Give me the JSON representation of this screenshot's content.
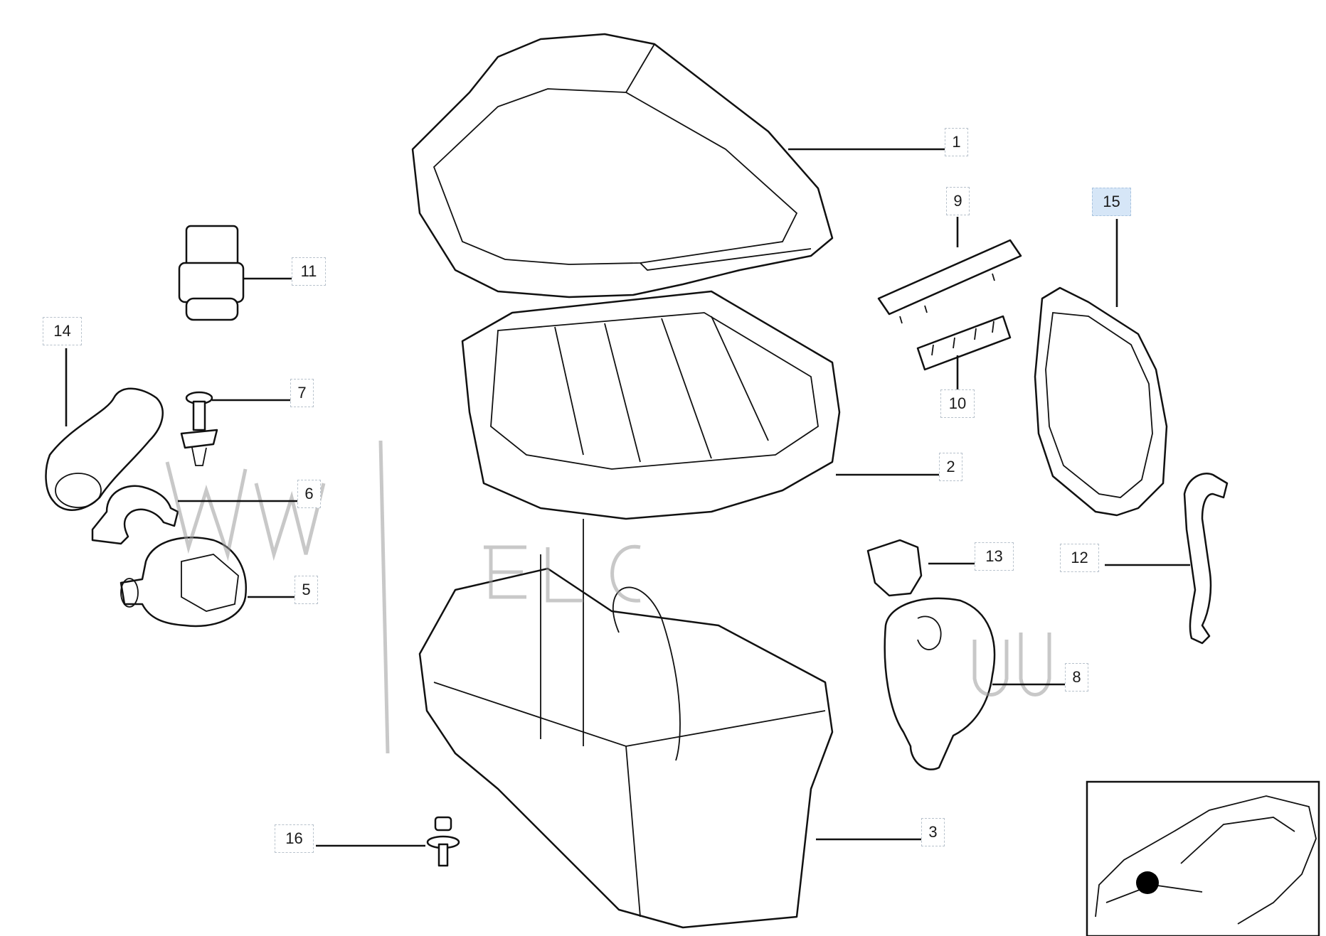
{
  "diagram": {
    "callouts": [
      {
        "label": "1"
      },
      {
        "label": "2"
      },
      {
        "label": "3"
      },
      {
        "label": "5"
      },
      {
        "label": "6"
      },
      {
        "label": "7"
      },
      {
        "label": "8"
      },
      {
        "label": "9"
      },
      {
        "label": "10"
      },
      {
        "label": "11"
      },
      {
        "label": "12"
      },
      {
        "label": "13"
      },
      {
        "label": "14"
      },
      {
        "label": "15"
      },
      {
        "label": "16"
      }
    ],
    "highlighted_callout": "15",
    "colors": {
      "highlight": "#d6e6f7",
      "line": "#111111",
      "watermark": "#9a9a9a"
    }
  }
}
